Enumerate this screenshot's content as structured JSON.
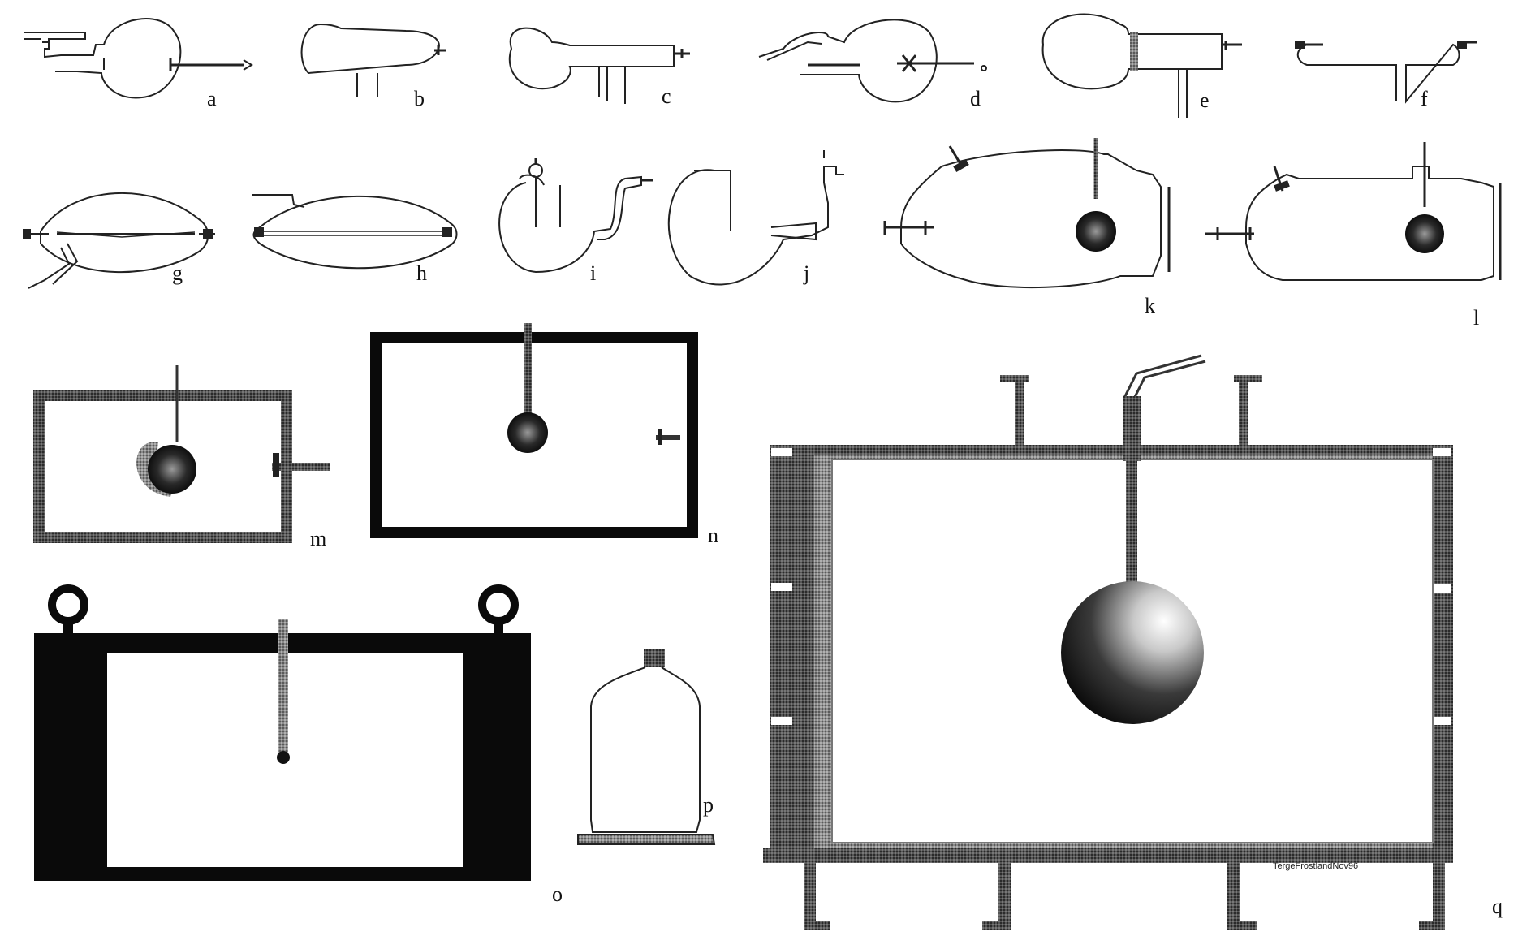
{
  "figure": {
    "panels": [
      {
        "id": "a",
        "label": "a"
      },
      {
        "id": "b",
        "label": "b"
      },
      {
        "id": "c",
        "label": "c"
      },
      {
        "id": "d",
        "label": "d"
      },
      {
        "id": "e",
        "label": "e"
      },
      {
        "id": "f",
        "label": "f"
      },
      {
        "id": "g",
        "label": "g"
      },
      {
        "id": "h",
        "label": "h"
      },
      {
        "id": "i",
        "label": "i"
      },
      {
        "id": "j",
        "label": "j"
      },
      {
        "id": "k",
        "label": "k"
      },
      {
        "id": "l",
        "label": "l"
      },
      {
        "id": "m",
        "label": "m"
      },
      {
        "id": "n",
        "label": "n"
      },
      {
        "id": "o",
        "label": "o"
      },
      {
        "id": "p",
        "label": "p"
      },
      {
        "id": "q",
        "label": "q"
      }
    ],
    "credit": "TergeFrostlandNov96"
  }
}
